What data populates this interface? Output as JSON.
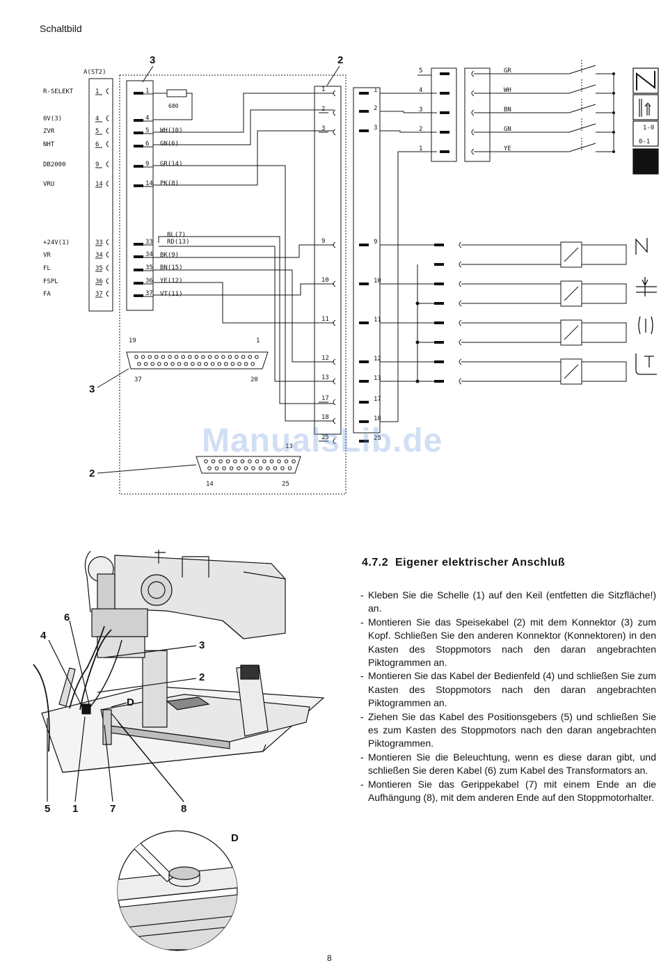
{
  "header": {
    "title": "Schaltbild"
  },
  "schematic": {
    "callouts": [
      "3",
      "2",
      "3",
      "2"
    ],
    "connector_a_title": "A(ST2)",
    "connector_a_labels": [
      "R-SELEKT",
      "0V(3)",
      "ZVR",
      "NHT",
      "DB2000",
      "VRU",
      "+24V(1)",
      "VR",
      "FL",
      "FSPL",
      "FA"
    ],
    "connector_a_pins": [
      "1",
      "4",
      "5",
      "6",
      "9",
      "14",
      "33",
      "34",
      "35",
      "36",
      "37"
    ],
    "connector_3_pins": [
      "1",
      "4",
      "5",
      "6",
      "9",
      "14",
      "33",
      "34",
      "35",
      "36",
      "37"
    ],
    "resistor_value": "680",
    "wire_labels": [
      "WH(10)",
      "GN(6)",
      "GR(14)",
      "PK(8)",
      "BL(7)",
      "RD(13)",
      "BK(9)",
      "BN(15)",
      "YE(12)",
      "VT(11)"
    ],
    "connector_2_pins": [
      "1",
      "2",
      "3",
      "9",
      "10",
      "11",
      "12",
      "13",
      "17",
      "18",
      "25"
    ],
    "right_pins_top": [
      "1",
      "2",
      "3"
    ],
    "right_pins_bottom": [
      "9",
      "10",
      "11",
      "12",
      "13",
      "17",
      "18",
      "25"
    ],
    "switch_block_pins": [
      "5",
      "4",
      "3",
      "2",
      "1"
    ],
    "switch_colors": [
      "GR",
      "WH",
      "BN",
      "GN",
      "YE"
    ],
    "symbol_texts": [
      "1-0",
      "0-1"
    ],
    "sub_d37": {
      "top_left": "19",
      "top_right": "1",
      "bottom_left": "37",
      "bottom_right": "20"
    },
    "sub_d25": {
      "top": "13",
      "bottom_left": "14",
      "bottom_right": "25"
    }
  },
  "illustration": {
    "callouts": [
      "6",
      "4",
      "3",
      "2",
      "D",
      "5",
      "1",
      "7",
      "8"
    ],
    "detail_label": "D"
  },
  "section": {
    "number": "4.7.2",
    "title": "Eigener elektrischer Anschluß",
    "steps": [
      "Kleben Sie die Schelle (1) auf den Keil (entfetten die Sitzfläche!) an.",
      "Montieren Sie das Speisekabel (2) mit dem Konnektor (3) zum Kopf. Schließen Sie den anderen Konnektor (Konnektoren) in den Kasten des Stoppmotors nach den daran angebrachten Piktogrammen an.",
      "Montieren Sie das Kabel der Bedienfeld (4) und schließen Sie zum Kasten des Stoppmotors nach den daran angebrachten Piktogrammen an.",
      "Ziehen Sie das Kabel des Positionsgebers (5) und schließen Sie es zum Kasten des Stoppmotors nach den daran angebrachten Piktogrammen.",
      "Montieren Sie die Beleuchtung, wenn es diese daran gibt, und schließen Sie deren Kabel (6) zum Kabel des Transformators an.",
      "Montieren Sie das Gerippekabel (7) mit einem Ende an die Aufhängung (8), mit dem anderen Ende auf den Stoppmotorhalter."
    ]
  },
  "watermark": "ManualsLib.de",
  "page_number": "8"
}
